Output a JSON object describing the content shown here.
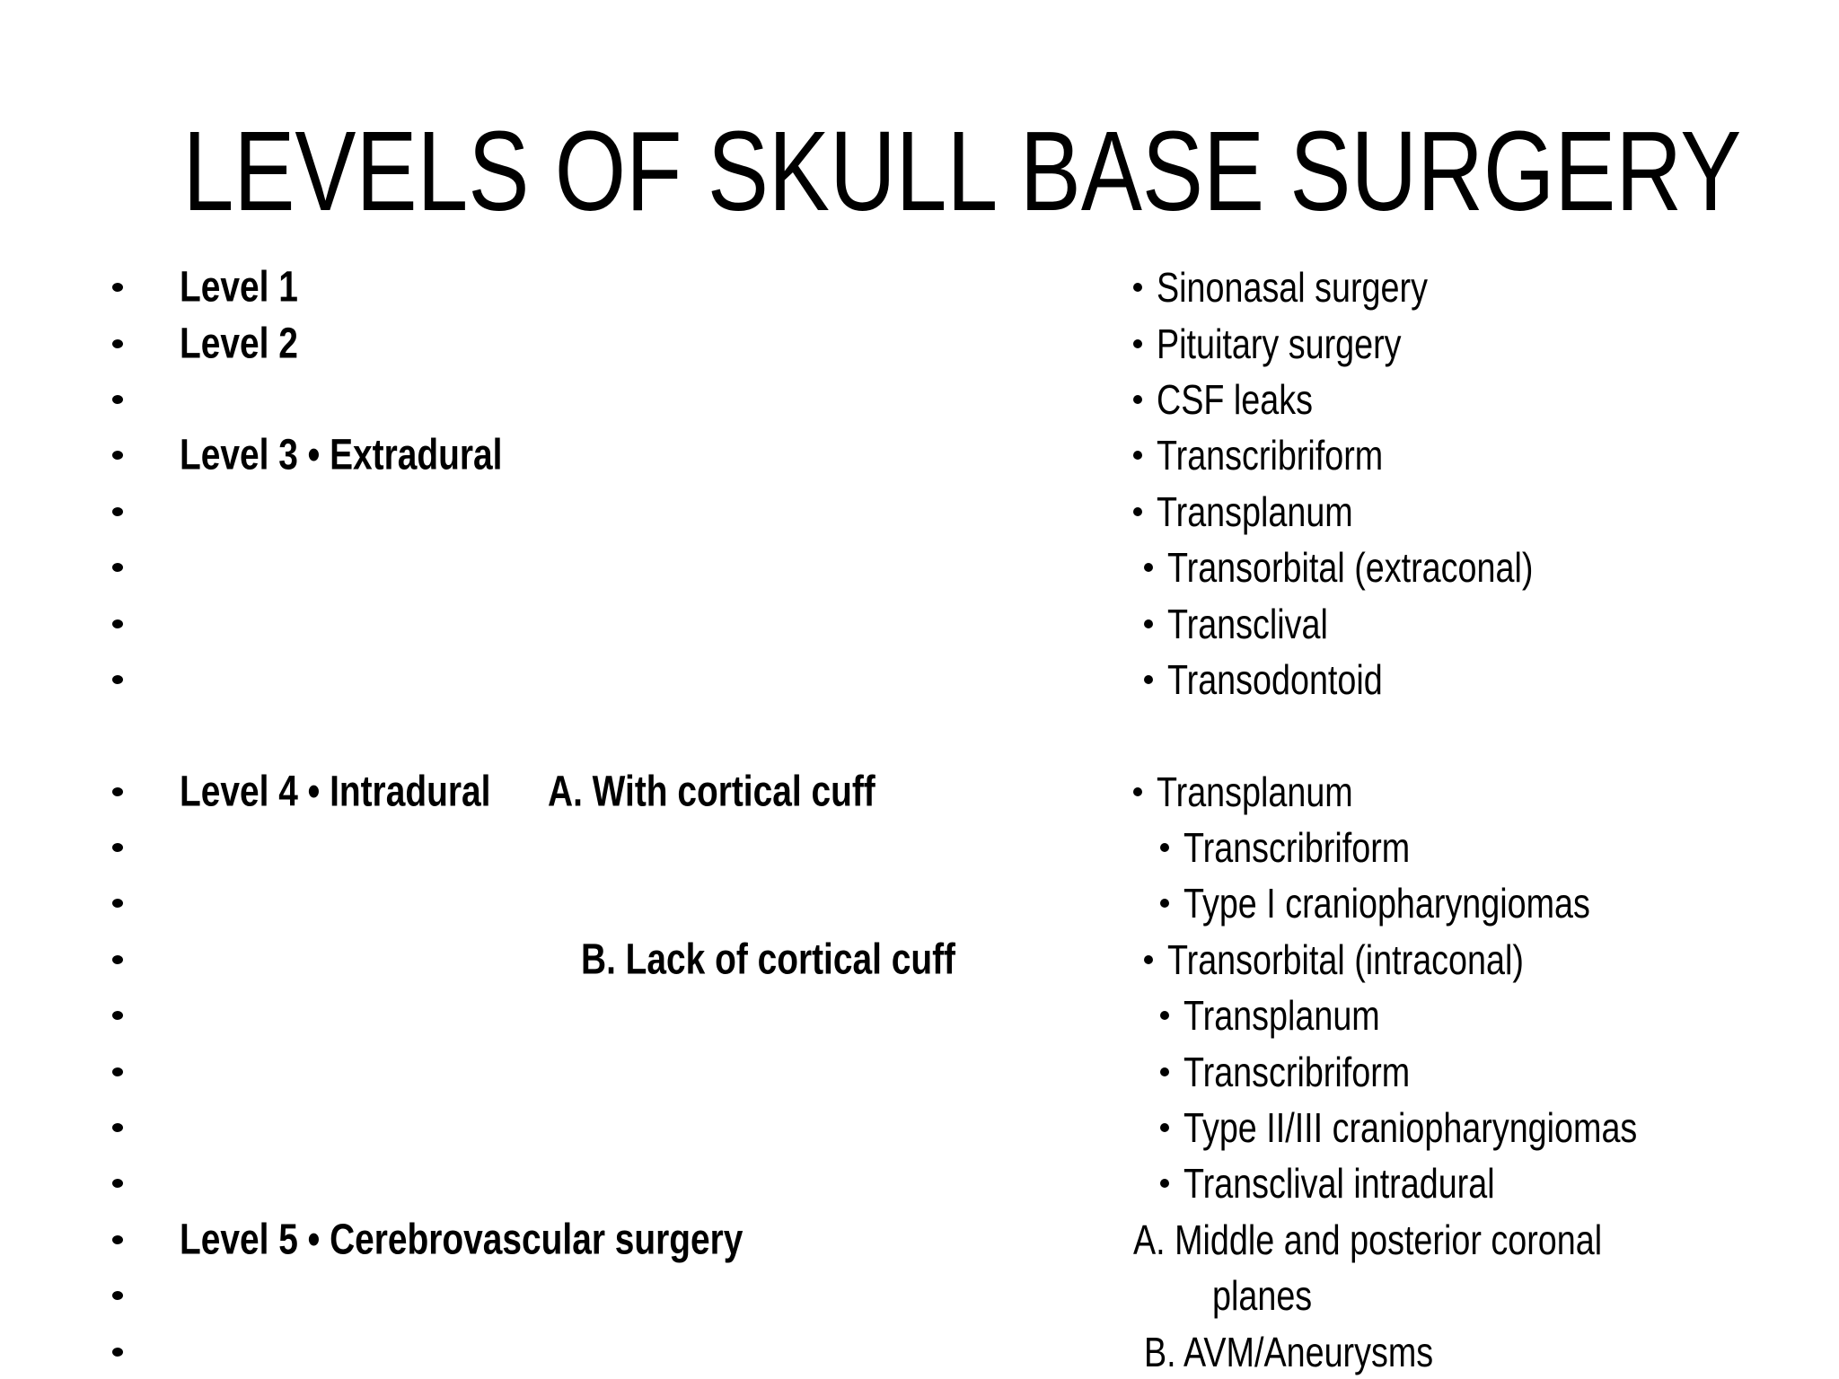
{
  "slide": {
    "title": "LEVELS OF SKULL BASE SURGERY",
    "colors": {
      "background": "#ffffff",
      "text": "#000000"
    },
    "rows": [
      {
        "left": "Level 1",
        "left_sub": "",
        "right": "Sinonasal surgery",
        "right_marker": true,
        "right_level": 0,
        "spacer": false
      },
      {
        "left": "Level 2",
        "left_sub": "",
        "right": "Pituitary surgery",
        "right_marker": true,
        "right_level": 0,
        "spacer": false
      },
      {
        "left": "",
        "left_sub": "",
        "right": "CSF leaks",
        "right_marker": true,
        "right_level": 0,
        "spacer": false
      },
      {
        "left": "Level 3 • Extradural",
        "left_sub": "",
        "right": "Transcribriform",
        "right_marker": true,
        "right_level": 0,
        "spacer": false
      },
      {
        "left": "",
        "left_sub": "",
        "right": "Transplanum",
        "right_marker": true,
        "right_level": 0,
        "spacer": false
      },
      {
        "left": "",
        "left_sub": "",
        "right": "Transorbital (extraconal)",
        "right_marker": true,
        "right_level": 1,
        "spacer": false
      },
      {
        "left": "",
        "left_sub": "",
        "right": "Transclival",
        "right_marker": true,
        "right_level": 1,
        "spacer": false
      },
      {
        "left": "",
        "left_sub": "",
        "right": "Transodontoid",
        "right_marker": true,
        "right_level": 1,
        "spacer": false
      },
      {
        "left": "",
        "left_sub": "",
        "right": "",
        "right_marker": false,
        "right_level": 0,
        "spacer": true
      },
      {
        "left": "Level 4 • Intradural",
        "left_sub": "A. With cortical cuff",
        "right": "Transplanum",
        "right_marker": true,
        "right_level": 0,
        "spacer": false
      },
      {
        "left": "",
        "left_sub": "",
        "right": "Transcribriform",
        "right_marker": true,
        "right_level": 2,
        "spacer": false
      },
      {
        "left": "",
        "left_sub": "",
        "right": "Type I craniopharyngiomas",
        "right_marker": true,
        "right_level": 2,
        "spacer": false
      },
      {
        "left": "",
        "left_sub": "B. Lack of cortical cuff",
        "right": "Transorbital (intraconal)",
        "right_marker": true,
        "right_level": 1,
        "spacer": false
      },
      {
        "left": "",
        "left_sub": "",
        "right": "Transplanum",
        "right_marker": true,
        "right_level": 2,
        "spacer": false
      },
      {
        "left": "",
        "left_sub": "",
        "right": "Transcribriform",
        "right_marker": true,
        "right_level": 2,
        "spacer": false
      },
      {
        "left": "",
        "left_sub": "",
        "right": "Type II/III craniopharyngiomas",
        "right_marker": true,
        "right_level": 2,
        "spacer": false
      },
      {
        "left": "",
        "left_sub": "",
        "right": "Transclival intradural",
        "right_marker": true,
        "right_level": 2,
        "spacer": false
      },
      {
        "left": "Level 5 • Cerebrovascular surgery",
        "left_sub": "",
        "right": "A. Middle and posterior coronal",
        "right_marker": false,
        "right_level": 0,
        "spacer": false
      },
      {
        "left": "",
        "left_sub": "",
        "right": "planes",
        "right_marker": false,
        "right_level": 3,
        "spacer": false
      },
      {
        "left": "",
        "left_sub": "",
        "right": "B. AVM/Aneurysms",
        "right_marker": false,
        "right_level": 1,
        "spacer": false
      }
    ]
  }
}
